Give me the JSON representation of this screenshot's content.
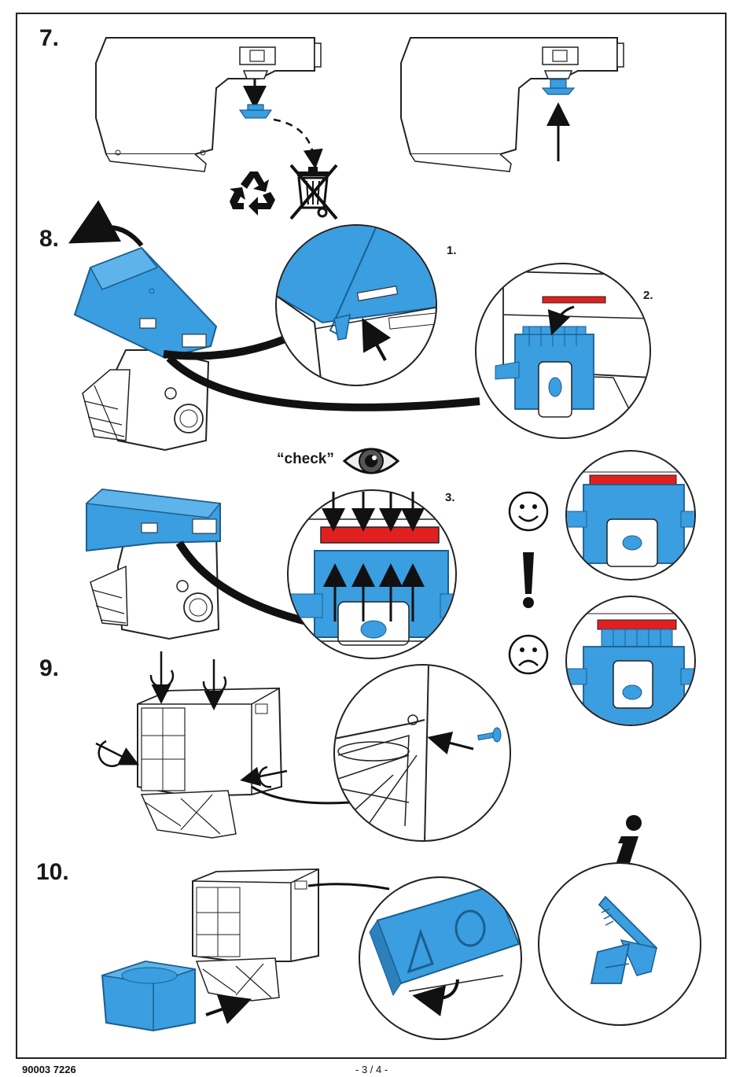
{
  "steps": {
    "s7": "7.",
    "s8": "8.",
    "s9": "9.",
    "s10": "10."
  },
  "substeps": {
    "a": "1.",
    "b": "2.",
    "c": "3."
  },
  "check_label": "“check”",
  "footer": {
    "doc_number": "90003 7226",
    "page": "- 3 / 4 -"
  },
  "colors": {
    "accent_blue": "#3a9ee0",
    "red": "#e02020",
    "outline": "#222222"
  },
  "icons": [
    "recycle-icon",
    "crossed-bin-icon",
    "eye-icon",
    "smiley-happy-icon",
    "exclamation-icon",
    "smiley-sad-icon",
    "info-icon"
  ]
}
